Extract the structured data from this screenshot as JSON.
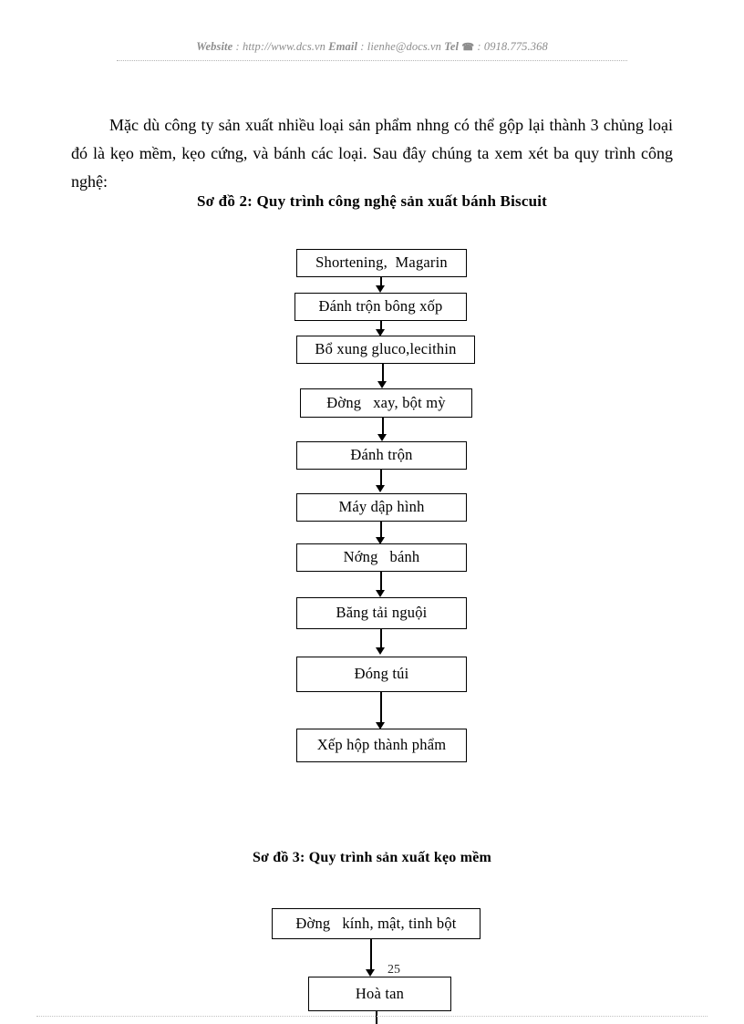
{
  "header": {
    "website_label": "Website",
    "website_sep": " : ",
    "website_value": "http://www.dcs.vn",
    "email_label": "Email",
    "email_sep": "  : ",
    "email_value": "lienhe@docs.vn",
    "tel_label": "Tel",
    "tel_icon": "phone-icon",
    "tel_icon_glyph": "☎",
    "tel_sep": " : ",
    "tel_value": "0918.775.368"
  },
  "body": {
    "paragraph": "Mặc dù công ty sản xuất nhiều loại sản phẩm nhng  có thể gộp lại thành 3 chủng loại đó là kẹo mềm, kẹo cứng, và bánh các loại. Sau đây chúng ta xem xét ba quy trình công nghệ:"
  },
  "diagrams": [
    {
      "title": "Sơ đồ 2:  Quy trình công nghệ sản xuất bánh Biscuit",
      "nodes": [
        "Shortening,  Magarin",
        "Đánh trộn bông xốp",
        "Bổ xung gluco,lecithin",
        "Đờng   xay, bột mỳ",
        "Đánh trộn",
        "Máy dập hình",
        "Nớng   bánh",
        "Băng tải nguội",
        "Đóng túi",
        "Xếp hộp thành phẩm"
      ]
    },
    {
      "title": "Sơ đồ 3: Quy trình sản xuất kẹo mềm",
      "nodes": [
        "Đờng   kính, mật, tinh bột",
        "Hoà tan"
      ]
    }
  ],
  "page_number": "25"
}
